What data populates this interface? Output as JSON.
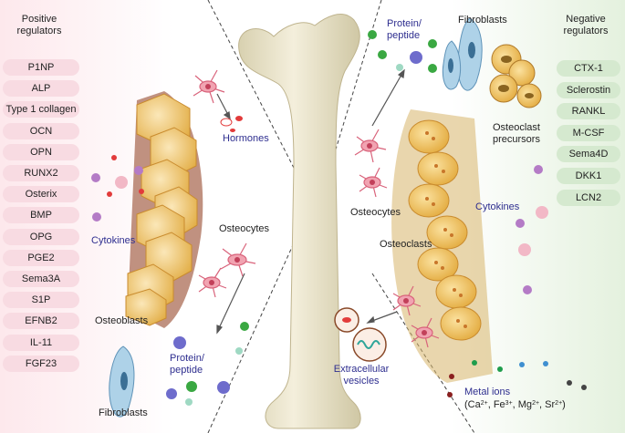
{
  "headers": {
    "positive": [
      "Positive",
      "regulators"
    ],
    "negative": [
      "Negative",
      "regulators"
    ]
  },
  "positive_regulators": [
    "P1NP",
    "ALP",
    "Type 1 collagen",
    "OCN",
    "OPN",
    "RUNX2",
    "Osterix",
    "BMP",
    "OPG",
    "PGE2",
    "Sema3A",
    "S1P",
    "EFNB2",
    "IL-11",
    "FGF23"
  ],
  "negative_regulators": [
    "CTX-1",
    "Sclerostin",
    "RANKL",
    "M-CSF",
    "Sema4D",
    "DKK1",
    "LCN2"
  ],
  "labels": {
    "hormones": "Hormones",
    "cytokines_left": "Cytokines",
    "osteocytes_left": "Osteocytes",
    "osteoblasts": "Osteoblasts",
    "protein_peptide_left": [
      "Protein/",
      "peptide"
    ],
    "fibroblasts_left": "Fibroblasts",
    "protein_peptide_right": [
      "Protein/",
      "peptide"
    ],
    "fibroblasts_right": "Fibroblasts",
    "osteoclast_precursors": [
      "Osteoclast",
      "precursors"
    ],
    "cytokines_right": "Cytokines",
    "osteocytes_right": "Osteocytes",
    "osteoclasts": "Osteoclasts",
    "extracellular_vesicles": [
      "Extracellular",
      "vesicles"
    ],
    "metal_ions": "Metal ions",
    "metal_ions_formula": {
      "open": "(Ca",
      "ca_charge": "2+",
      "fe": ", Fe",
      "fe_charge": "3+",
      "mg": ", Mg",
      "mg_charge": "2+",
      "sr": ", Sr",
      "sr_charge": "2+",
      "close": ")"
    }
  },
  "colors": {
    "positive_panel": "#fde8ec",
    "negative_panel": "#e4f1de",
    "positive_pill": "#f8dbe2",
    "negative_pill": "#d5e9cf",
    "label_blue": "#2e2e8f",
    "bone": "#e8e1c4",
    "osteoblast": "#e3b44f",
    "osteoclast": "#e8b84a",
    "osteocyte": "#e9889a"
  }
}
